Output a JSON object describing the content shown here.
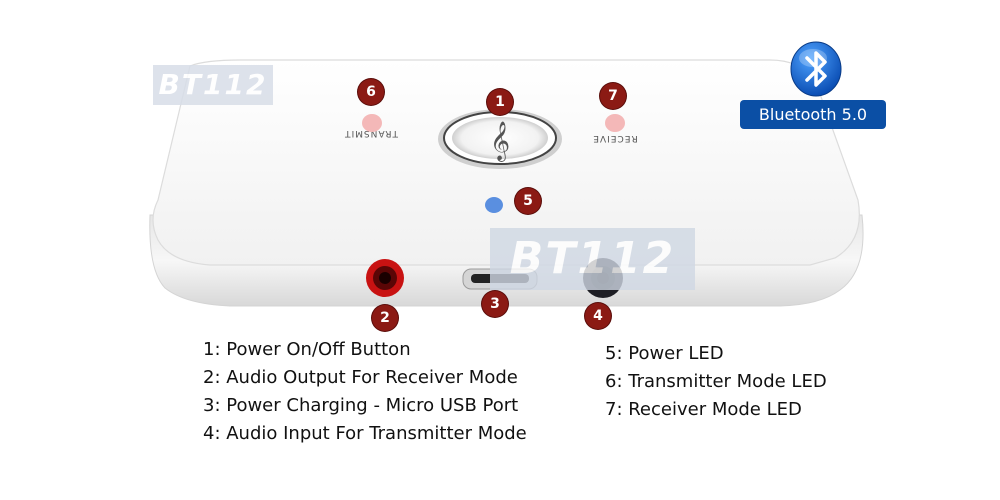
{
  "watermark": {
    "small": "BT112",
    "large": "BT112"
  },
  "device": {
    "transmit_label": "TRANSMIT",
    "receive_label": "RECEIVE",
    "led_colors": {
      "mode_led": "#f4b8b8",
      "power_led": "#5a8fe0"
    }
  },
  "bluetooth": {
    "icon": "bluetooth-icon",
    "label": "Bluetooth 5.0",
    "color": "#0b4fa5"
  },
  "badges": [
    "1",
    "2",
    "3",
    "4",
    "5",
    "6",
    "7"
  ],
  "legend_left": [
    "1: Power On/Off Button",
    "2: Audio Output For Receiver Mode",
    "3: Power Charging - Micro USB Port",
    "4: Audio Input For Transmitter Mode"
  ],
  "legend_right": [
    "5: Power LED",
    "6: Transmitter Mode LED",
    "7: Receiver Mode LED"
  ]
}
